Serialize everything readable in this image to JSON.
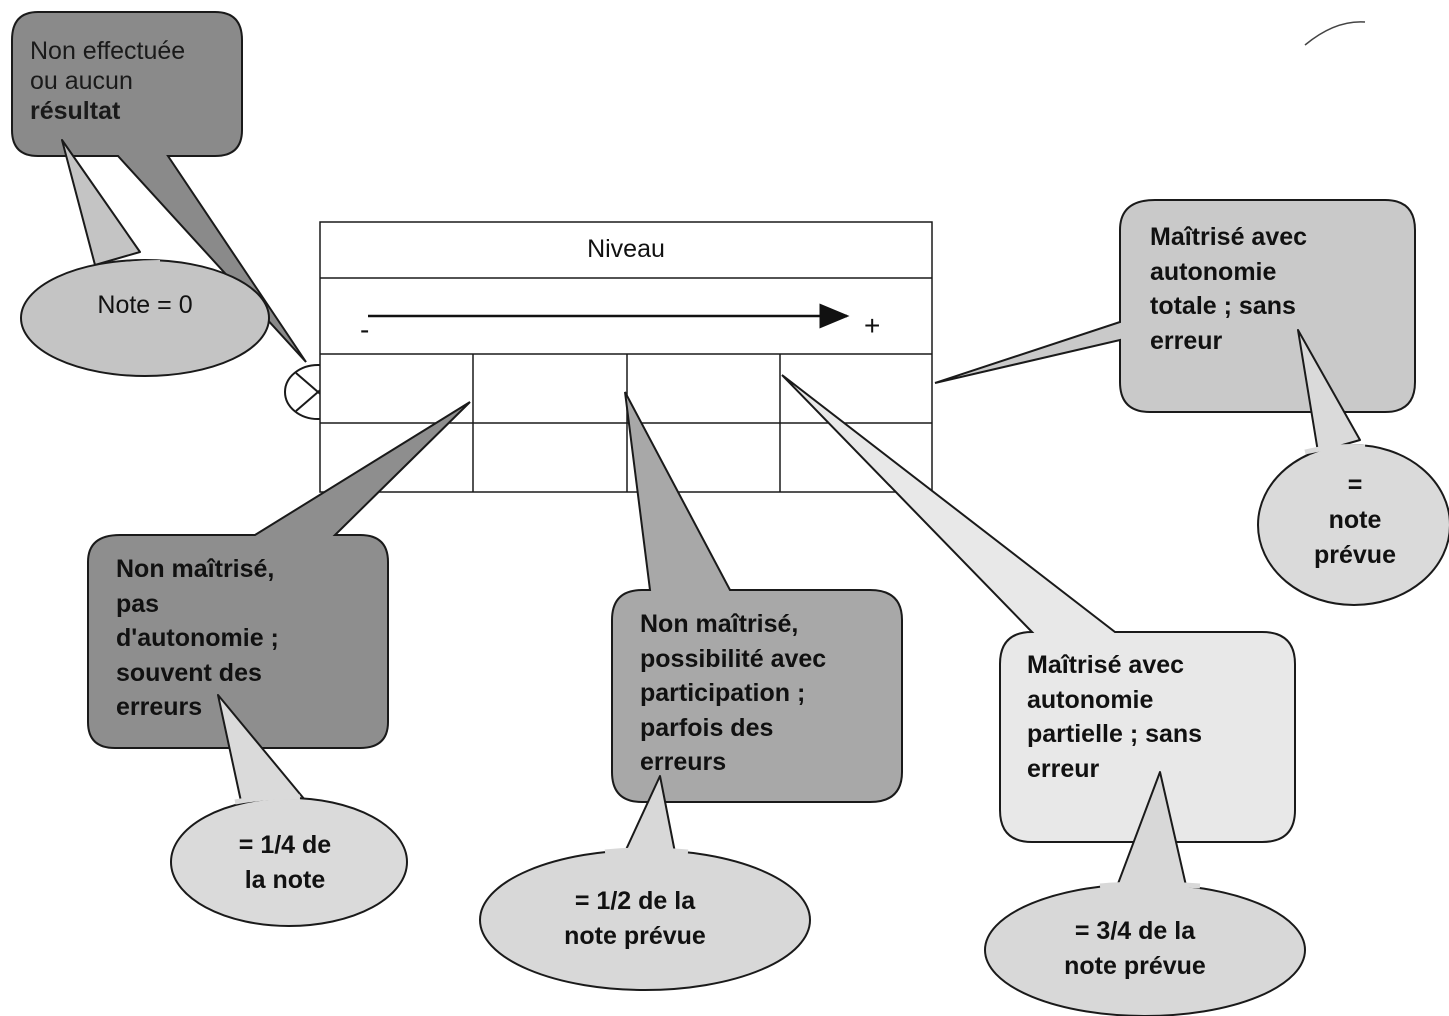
{
  "table": {
    "header": "Niveau",
    "scale_minus": "-",
    "scale_plus": "+"
  },
  "callouts": {
    "non_effectuee": {
      "lines": [
        "Non effectuée",
        "ou aucun",
        "résultat"
      ]
    },
    "note_zero": {
      "text": "Note = 0"
    },
    "maitrise_totale": {
      "lines": [
        "Maîtrisé avec",
        "autonomie",
        "totale ; sans",
        "erreur"
      ]
    },
    "note_prevue": {
      "lines": [
        "=",
        "note",
        "prévue"
      ]
    },
    "non_maitrise_pas": {
      "lines": [
        "Non maîtrisé,",
        "pas",
        "d'autonomie ;",
        "souvent des",
        "erreurs"
      ]
    },
    "quart": {
      "lines": [
        "= 1/4 de",
        "la note"
      ]
    },
    "non_maitrise_possibilite": {
      "lines": [
        "Non maîtrisé,",
        "possibilité avec",
        "participation ;",
        "parfois des",
        "erreurs"
      ]
    },
    "demi": {
      "lines": [
        "= 1/2 de la",
        "note prévue"
      ]
    },
    "maitrise_partielle": {
      "lines": [
        "Maîtrisé avec",
        "autonomie",
        "partielle ; sans",
        "erreur"
      ]
    },
    "trois_quarts": {
      "lines": [
        "= 3/4 de la",
        "note prévue"
      ]
    }
  },
  "colors": {
    "dark_gray": "#8a8a8a",
    "mid_gray": "#b4b4b4",
    "light_gray": "#d8d8d8",
    "pale_gray": "#e8e8e8",
    "outline": "#1a1a1a"
  }
}
